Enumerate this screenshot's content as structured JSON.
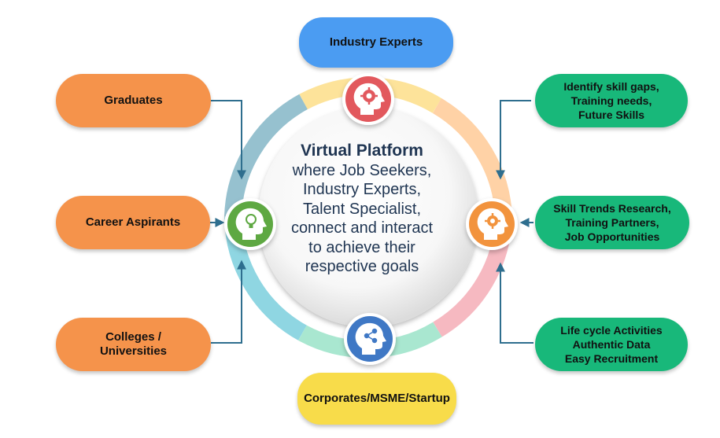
{
  "center": {
    "title": "Virtual Platform",
    "body": "where Job Seekers,\nIndustry Experts,\nTalent Specialist,\nconnect and interact\nto achieve their\nrespective goals"
  },
  "top_box": {
    "label": "Industry Experts"
  },
  "bottom_box": {
    "label": "Corporates/MSME/Startup"
  },
  "left_boxes": [
    {
      "lines": [
        "Graduates"
      ]
    },
    {
      "lines": [
        "Career Aspirants"
      ]
    },
    {
      "lines": [
        "Colleges /",
        "Universities"
      ]
    }
  ],
  "right_boxes": [
    {
      "lines": [
        "Identify skill gaps,",
        "Training needs,",
        "Future Skills"
      ]
    },
    {
      "lines": [
        "Skill Trends Research,",
        "Training Partners,",
        "Job Opportunities"
      ]
    },
    {
      "lines": [
        "Life cycle Activities",
        "Authentic Data",
        "Easy Recruitment"
      ]
    }
  ],
  "icons": {
    "top": "head-gear-icon",
    "left": "head-lightbulb-icon",
    "right": "head-gear-icon",
    "bottom": "head-share-icon"
  },
  "colors": {
    "orange_box": "#f5934b",
    "green_box": "#18b87a",
    "blue_box": "#4b9cf2",
    "yellow_box": "#f8dc4a",
    "connector": "#2e6e8e",
    "icon_top": "#e2585d",
    "icon_left": "#5ea842",
    "icon_right": "#f2933d",
    "icon_bottom": "#3f78c5",
    "center_text": "#1f3552"
  }
}
